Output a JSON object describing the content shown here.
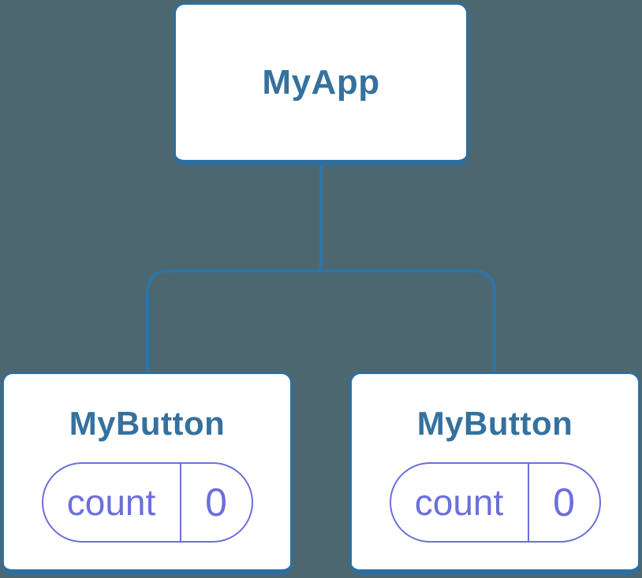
{
  "diagram": {
    "type": "component-tree",
    "colors": {
      "background": "#4D6771",
      "node_fill": "#FFFFFF",
      "node_border_blue": "#2E6F9F",
      "connector_blue": "#2E74A4",
      "title_blue": "#35719E",
      "state_purple": "#6B6FDC"
    },
    "root": {
      "label": "MyApp"
    },
    "children": [
      {
        "label": "MyButton",
        "state": {
          "key": "count",
          "value": "0"
        }
      },
      {
        "label": "MyButton",
        "state": {
          "key": "count",
          "value": "0"
        }
      }
    ]
  }
}
